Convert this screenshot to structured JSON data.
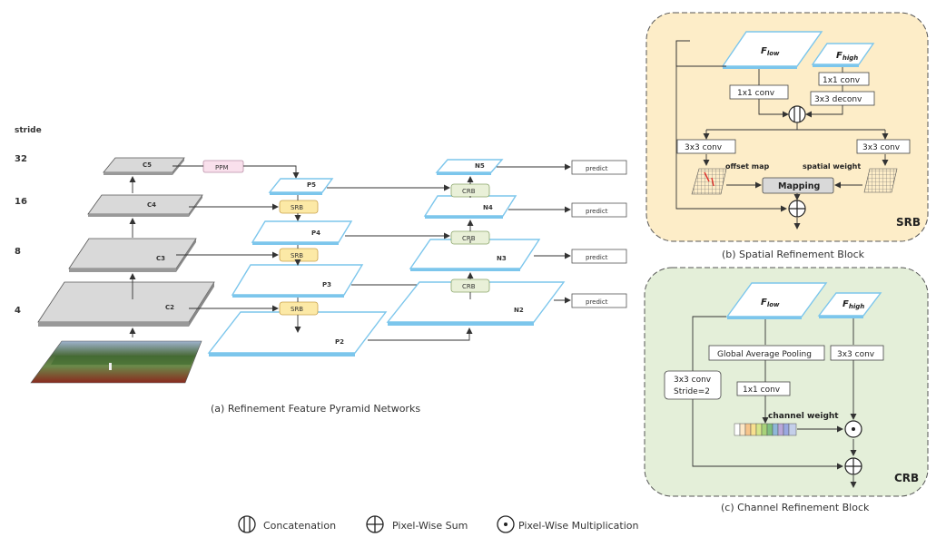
{
  "panel_a": {
    "caption": "(a) Refinement Feature Pyramid Networks",
    "stride_title": "stride",
    "strides": [
      "32",
      "16",
      "8",
      "4"
    ],
    "backbone_labels": [
      "C5",
      "C4",
      "C3",
      "C2"
    ],
    "ppm_label": "PPM",
    "p_labels": [
      "P5",
      "P4",
      "P3",
      "P2"
    ],
    "n_labels": [
      "N5",
      "N4",
      "N3",
      "N2"
    ],
    "srb_label": "SRB",
    "crb_label": "CRB",
    "predict_label": "predict"
  },
  "panel_b": {
    "caption": "(b) Spatial Refinement Block",
    "tag": "SRB",
    "f_low": "F",
    "f_low_sub": "low",
    "f_high": "F",
    "f_high_sub": "high",
    "conv_left": "1x1 conv",
    "conv_right": "1x1 conv",
    "deconv": "3x3 deconv",
    "conv3_left": "3x3 conv",
    "conv3_right": "3x3 conv",
    "offset_map": "offset map",
    "spatial_weight": "spatial weight",
    "mapping": "Mapping"
  },
  "panel_c": {
    "caption": "(c) Channel Refinement Block",
    "tag": "CRB",
    "f_low": "F",
    "f_low_sub": "low",
    "f_high": "F",
    "f_high_sub": "high",
    "gap": "Global Average Pooling",
    "conv3": "3x3 conv",
    "conv_stride_1": "3x3 conv",
    "conv_stride_2": "Stride=2",
    "conv1": "1x1 conv",
    "channel_weight": "channel weight"
  },
  "legend": {
    "concat": "Concatenation",
    "sum": "Pixel-Wise Sum",
    "mult": "Pixel-Wise Multiplication"
  },
  "colors": {
    "srb_bg": "#fdedc8",
    "crb_bg": "#e4efd9",
    "srb_box": "#fce9a6",
    "crb_box": "#e9f0d8",
    "ppm_box": "#f9e0ec",
    "feature_edge": "#7cc6ec",
    "gray_feature": "#d9d9d9"
  }
}
